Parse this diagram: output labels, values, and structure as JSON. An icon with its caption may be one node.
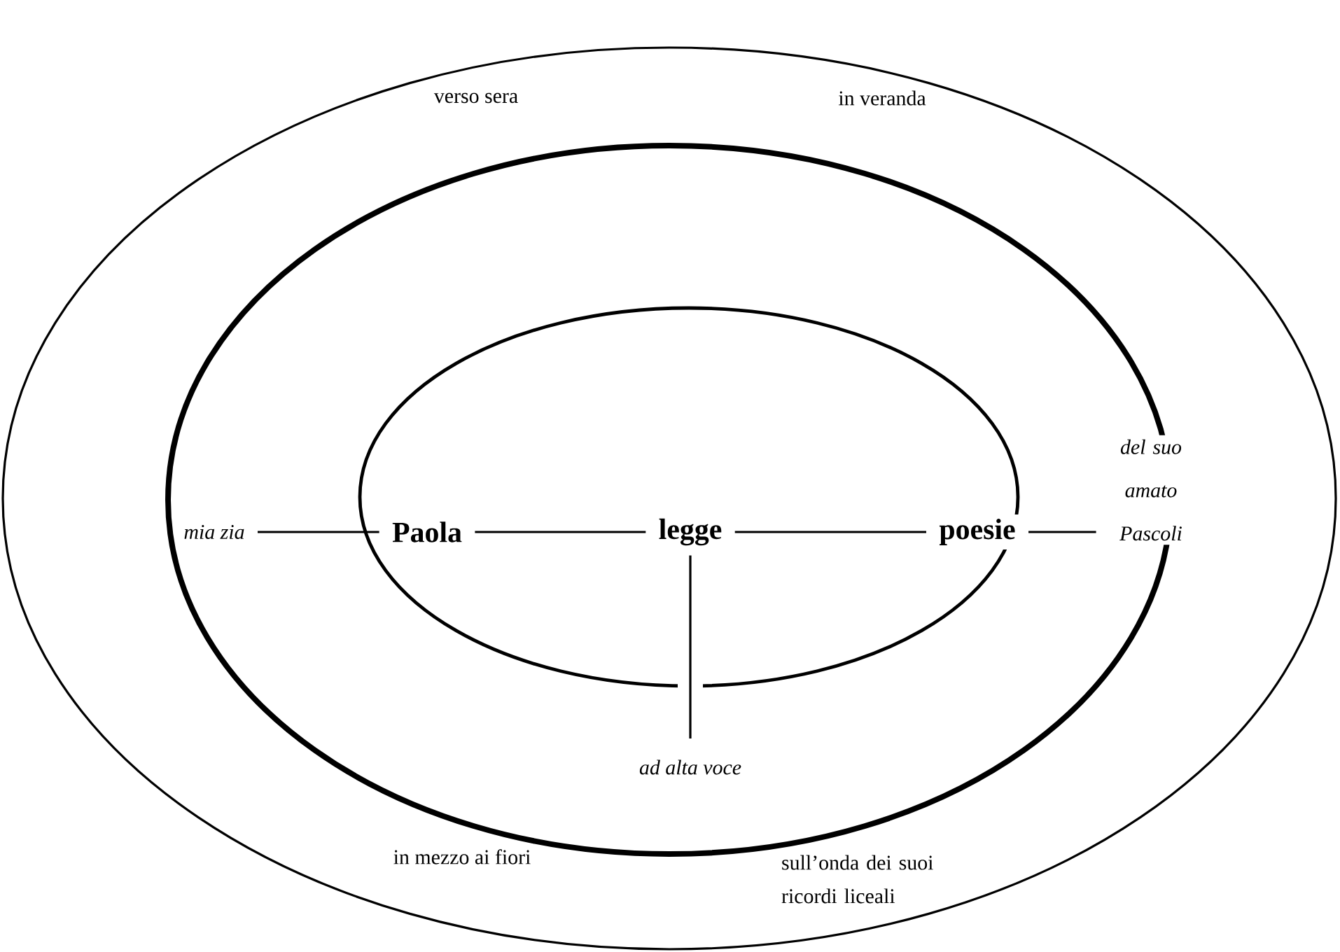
{
  "diagram": {
    "nodes": [
      {
        "text": [
          "mia zia"
        ]
      },
      {
        "text": [
          "Paola"
        ]
      },
      {
        "text": [
          "legge"
        ]
      },
      {
        "text": [
          "poesie"
        ]
      },
      {
        "text": [
          "del suo amato Pascoli"
        ]
      },
      {
        "text": [
          "ad alta voce"
        ]
      }
    ],
    "edges": [
      {
        "from": 0,
        "to": 1,
        "arrow": "none"
      },
      {
        "from": 1,
        "to": 2,
        "arrow": "none"
      },
      {
        "from": 2,
        "to": 3,
        "arrow": "none"
      },
      {
        "from": 3,
        "to": 4,
        "arrow": "none"
      },
      {
        "from": 2,
        "to": 5,
        "arrow": "none"
      }
    ],
    "labels": [
      "verso sera",
      "in veranda",
      "in mezzo ai fiori",
      "sull’onda dei suoi ricordi liceali"
    ]
  }
}
